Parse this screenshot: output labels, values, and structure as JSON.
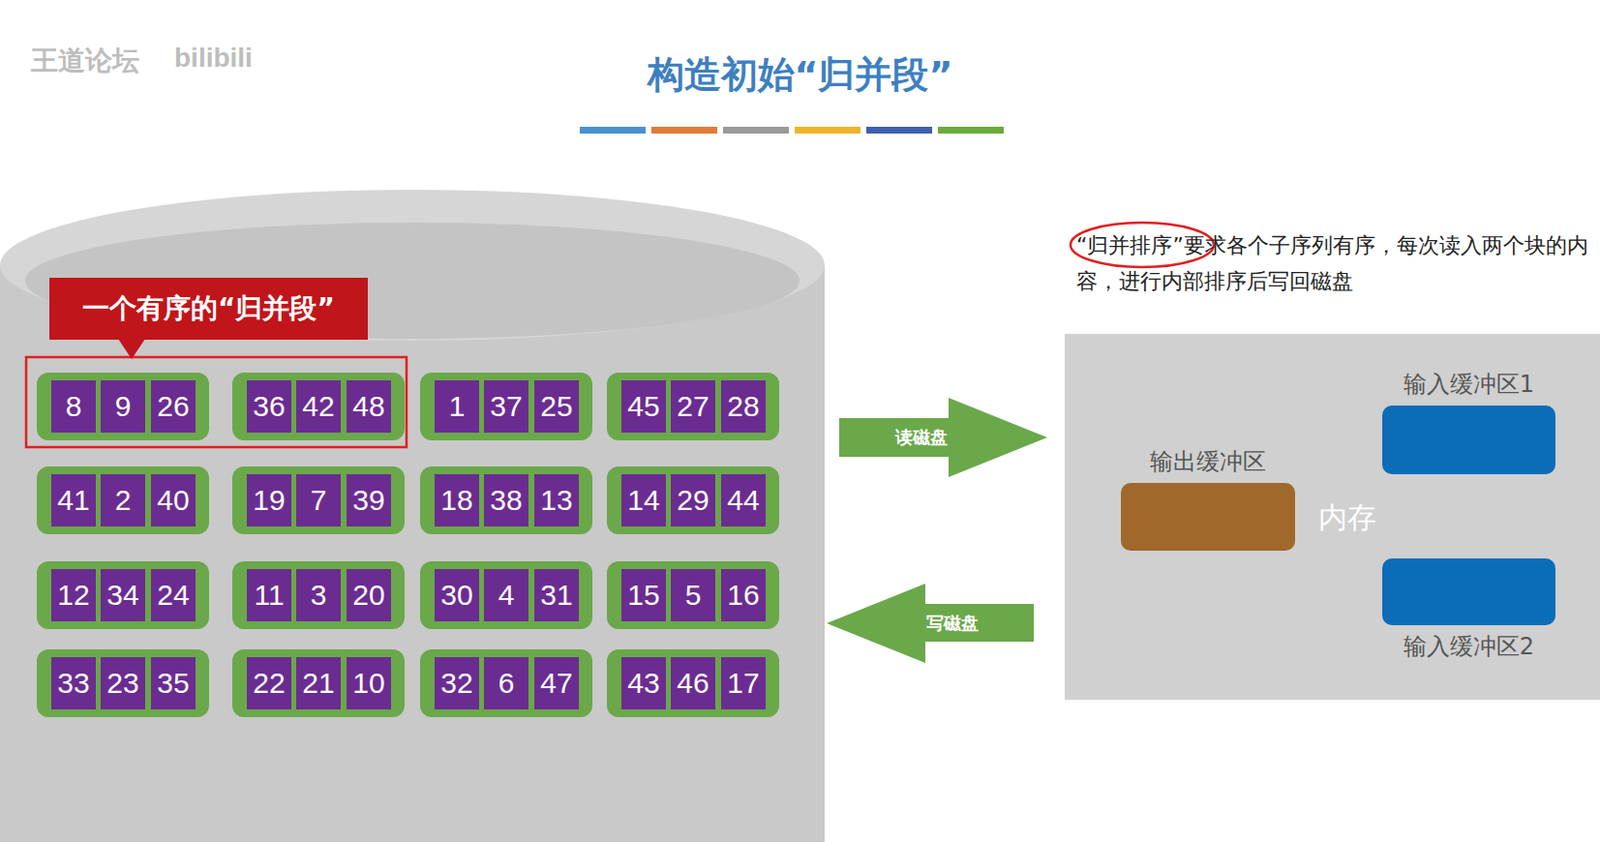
{
  "diagram": {
    "title": "构造初始“归并段”",
    "nodes": [
      {
        "text": [
          "一个有序的“归并段”"
        ]
      },
      {
        "text": [
          "8"
        ]
      },
      {
        "text": [
          "9"
        ]
      },
      {
        "text": [
          "26"
        ]
      },
      {
        "text": [
          "36"
        ]
      },
      {
        "text": [
          "42"
        ]
      },
      {
        "text": [
          "48"
        ]
      },
      {
        "text": [
          "1"
        ]
      },
      {
        "text": [
          "37"
        ]
      },
      {
        "text": [
          "25"
        ]
      },
      {
        "text": [
          "45"
        ]
      },
      {
        "text": [
          "27"
        ]
      },
      {
        "text": [
          "28"
        ]
      },
      {
        "text": [
          "41"
        ]
      },
      {
        "text": [
          "2"
        ]
      },
      {
        "text": [
          "40"
        ]
      },
      {
        "text": [
          "19"
        ]
      },
      {
        "text": [
          "7"
        ]
      },
      {
        "text": [
          "39"
        ]
      },
      {
        "text": [
          "18"
        ]
      },
      {
        "text": [
          "38"
        ]
      },
      {
        "text": [
          "13"
        ]
      },
      {
        "text": [
          "14"
        ]
      },
      {
        "text": [
          "29"
        ]
      },
      {
        "text": [
          "44"
        ]
      },
      {
        "text": [
          "12"
        ]
      },
      {
        "text": [
          "34"
        ]
      },
      {
        "text": [
          "24"
        ]
      },
      {
        "text": [
          "11"
        ]
      },
      {
        "text": [
          "3"
        ]
      },
      {
        "text": [
          "20"
        ]
      },
      {
        "text": [
          "30"
        ]
      },
      {
        "text": [
          "4"
        ]
      },
      {
        "text": [
          "31"
        ]
      },
      {
        "text": [
          "15"
        ]
      },
      {
        "text": [
          "5"
        ]
      },
      {
        "text": [
          "16"
        ]
      },
      {
        "text": [
          "33"
        ]
      },
      {
        "text": [
          "23"
        ]
      },
      {
        "text": [
          "35"
        ]
      },
      {
        "text": [
          "22"
        ]
      },
      {
        "text": [
          "21"
        ]
      },
      {
        "text": [
          "10"
        ]
      },
      {
        "text": [
          "32"
        ]
      },
      {
        "text": [
          "6"
        ]
      },
      {
        "text": [
          "47"
        ]
      },
      {
        "text": [
          "43"
        ]
      },
      {
        "text": [
          "46"
        ]
      },
      {
        "text": [
          "17"
        ]
      },
      {
        "text": [
          "读磁盘"
        ]
      },
      {
        "text": [
          "写磁盘"
        ]
      },
      {
        "text": [
          "内存"
        ]
      },
      {
        "text": [
          "输出缓冲区"
        ],
        "in": 51
      },
      {
        "text": [
          "输入缓冲区1"
        ],
        "in": 51
      },
      {
        "text": [
          "输入缓冲区2"
        ],
        "in": 51
      }
    ],
    "labels": [
      "王道论坛",
      "bilibili",
      "“归并排序”要求各个子序列有序，每次读入两个块的内容，进行内部排序后写回磁盘"
    ]
  }
}
